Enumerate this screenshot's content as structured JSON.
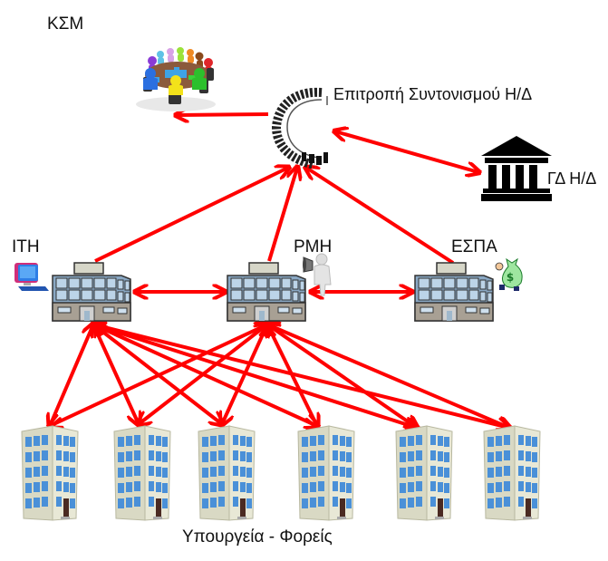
{
  "labels": {
    "ksm": "ΚΣΜ",
    "committee": "Επιτροπή Συντονισμού Η/Δ",
    "gd": "ΓΔ Η/Δ",
    "ith": "ΙΤΗ",
    "rmh": "ΡΜΗ",
    "espa": "ΕΣΠΑ",
    "ministries": "Υπουργεία - Φορείς"
  },
  "colors": {
    "arrow": "#ff0000",
    "text": "#111111"
  },
  "nodes": [
    {
      "id": "ksm",
      "icon": "round-table-meeting-icon"
    },
    {
      "id": "committee",
      "icon": "committee-semicircle-icon"
    },
    {
      "id": "gd",
      "icon": "government-building-icon"
    },
    {
      "id": "ith",
      "icon": "office-building-icon",
      "badge": "computer-icon"
    },
    {
      "id": "rmh",
      "icon": "office-building-icon",
      "badge": "megaphone-person-icon"
    },
    {
      "id": "espa",
      "icon": "office-building-icon",
      "badge": "money-bag-icon"
    },
    {
      "id": "ministry-1",
      "icon": "tower-building-icon"
    },
    {
      "id": "ministry-2",
      "icon": "tower-building-icon"
    },
    {
      "id": "ministry-3",
      "icon": "tower-building-icon"
    },
    {
      "id": "ministry-4",
      "icon": "tower-building-icon"
    },
    {
      "id": "ministry-5",
      "icon": "tower-building-icon"
    },
    {
      "id": "ministry-6",
      "icon": "tower-building-icon"
    }
  ],
  "edges": [
    {
      "from": "committee",
      "to": "ksm",
      "direction": "forward"
    },
    {
      "from": "committee",
      "to": "gd",
      "direction": "both"
    },
    {
      "from": "ith",
      "to": "committee",
      "direction": "forward"
    },
    {
      "from": "rmh",
      "to": "committee",
      "direction": "forward"
    },
    {
      "from": "espa",
      "to": "committee",
      "direction": "forward"
    },
    {
      "from": "ith",
      "to": "rmh",
      "direction": "both"
    },
    {
      "from": "espa",
      "to": "rmh",
      "direction": "both"
    },
    {
      "from": "ith",
      "to": "ministry-1",
      "direction": "both"
    },
    {
      "from": "ith",
      "to": "ministry-2",
      "direction": "both"
    },
    {
      "from": "ith",
      "to": "ministry-3",
      "direction": "both"
    },
    {
      "from": "ith",
      "to": "ministry-4",
      "direction": "both"
    },
    {
      "from": "ith",
      "to": "ministry-5",
      "direction": "both"
    },
    {
      "from": "ith",
      "to": "ministry-6",
      "direction": "both"
    },
    {
      "from": "rmh",
      "to": "ministry-1",
      "direction": "both"
    },
    {
      "from": "rmh",
      "to": "ministry-2",
      "direction": "both"
    },
    {
      "from": "rmh",
      "to": "ministry-3",
      "direction": "both"
    },
    {
      "from": "rmh",
      "to": "ministry-4",
      "direction": "both"
    },
    {
      "from": "rmh",
      "to": "ministry-5",
      "direction": "both"
    },
    {
      "from": "rmh",
      "to": "ministry-6",
      "direction": "both"
    }
  ]
}
